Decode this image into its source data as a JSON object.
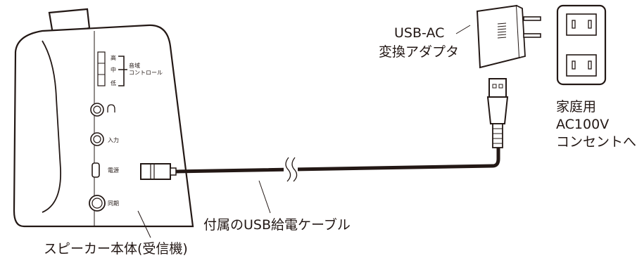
{
  "speaker": {
    "caption": "スピーカー本体(受信機)",
    "tone_high": "高",
    "tone_mid": "中",
    "tone_low": "低",
    "tone_label_1": "音域",
    "tone_label_2": "コントロール",
    "jack_input": "入力",
    "jack_power": "電源",
    "jack_sync": "同期"
  },
  "cable": {
    "caption": "付属のUSB給電ケーブル"
  },
  "adapter": {
    "caption_1": "USB-AC",
    "caption_2": "変換アダプタ"
  },
  "outlet": {
    "caption_1": "家庭用",
    "caption_2": "AC100V",
    "caption_3": "コンセントへ"
  },
  "icons": [
    "headphone-icon"
  ]
}
